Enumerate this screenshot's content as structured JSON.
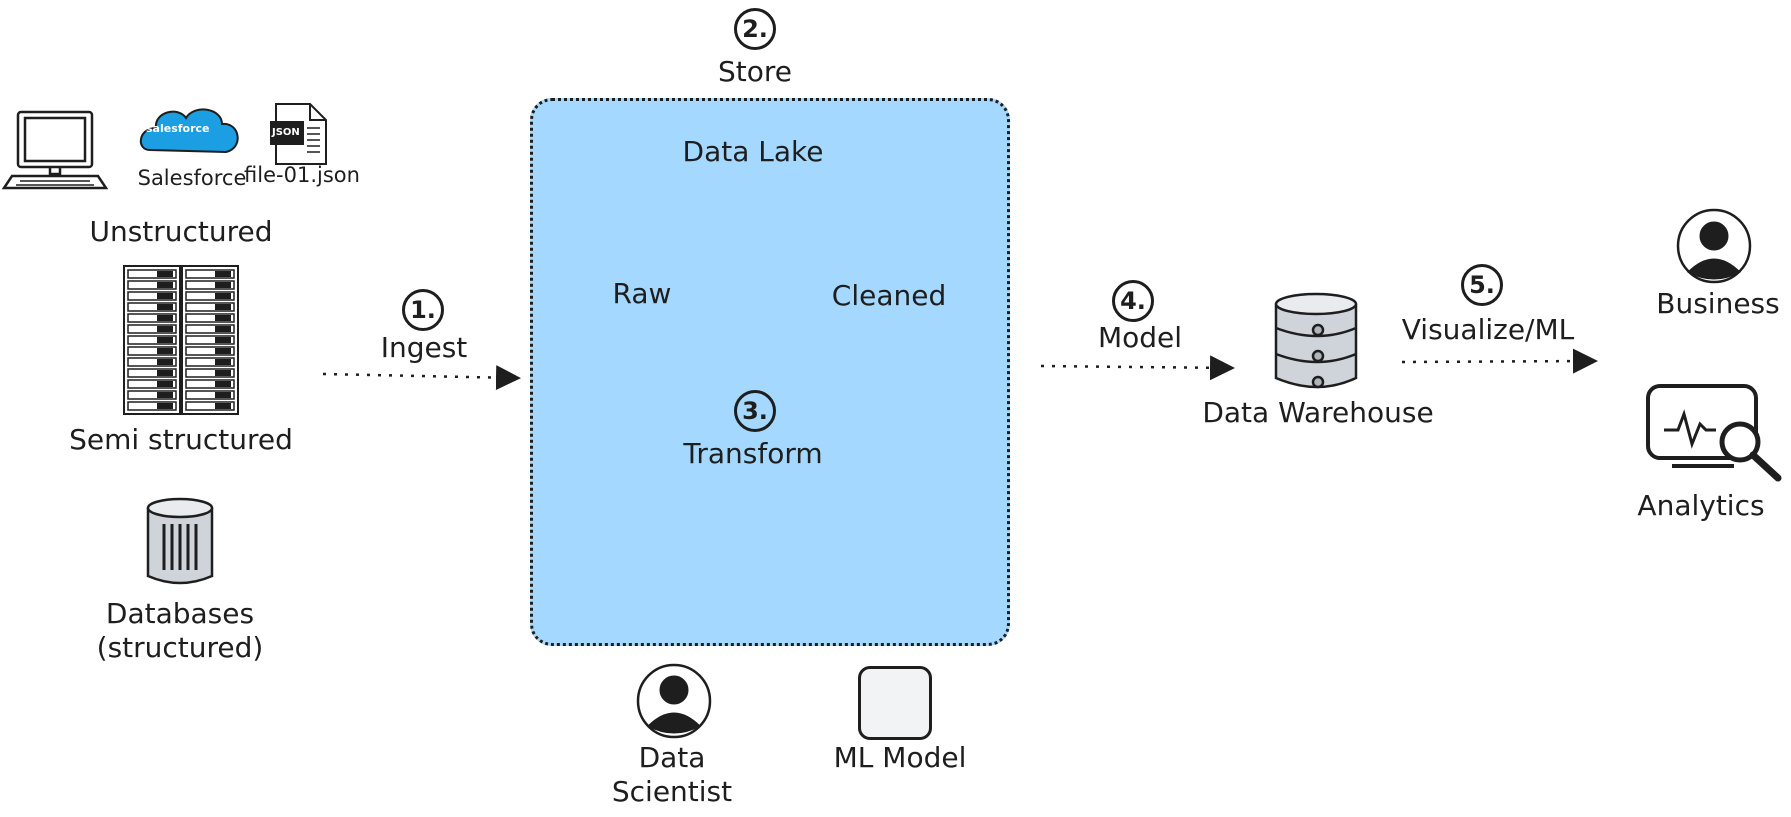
{
  "steps": {
    "ingest": {
      "number": "1.",
      "label": "Ingest"
    },
    "store": {
      "number": "2.",
      "label": "Store"
    },
    "transform": {
      "number": "3.",
      "label": "Transform"
    },
    "model": {
      "number": "4.",
      "label": "Model"
    },
    "visualize": {
      "number": "5.",
      "label": "Visualize/ML"
    }
  },
  "sources": {
    "salesforce_logo_text": "salesforce",
    "salesforce_label": "Salesforce",
    "json_badge": "JSON",
    "json_file_label": "file-01.json",
    "unstructured": "Unstructured",
    "semi_structured": "Semi structured",
    "databases_line1": "Databases",
    "databases_line2": "(structured)"
  },
  "data_lake": {
    "title": "Data Lake",
    "raw": "Raw",
    "cleaned": "Cleaned"
  },
  "roles": {
    "data_scientist_line1": "Data",
    "data_scientist_line2": "Scientist",
    "ml_model": "ML Model"
  },
  "warehouse": {
    "label": "Data Warehouse"
  },
  "consumers": {
    "business": "Business",
    "analytics": "Analytics"
  },
  "colors": {
    "lake_fill": "#a5d8ff",
    "folder_fill": "#ffd966",
    "salesforce_blue": "#1b9ee2",
    "stroke": "#1e1e1e"
  }
}
